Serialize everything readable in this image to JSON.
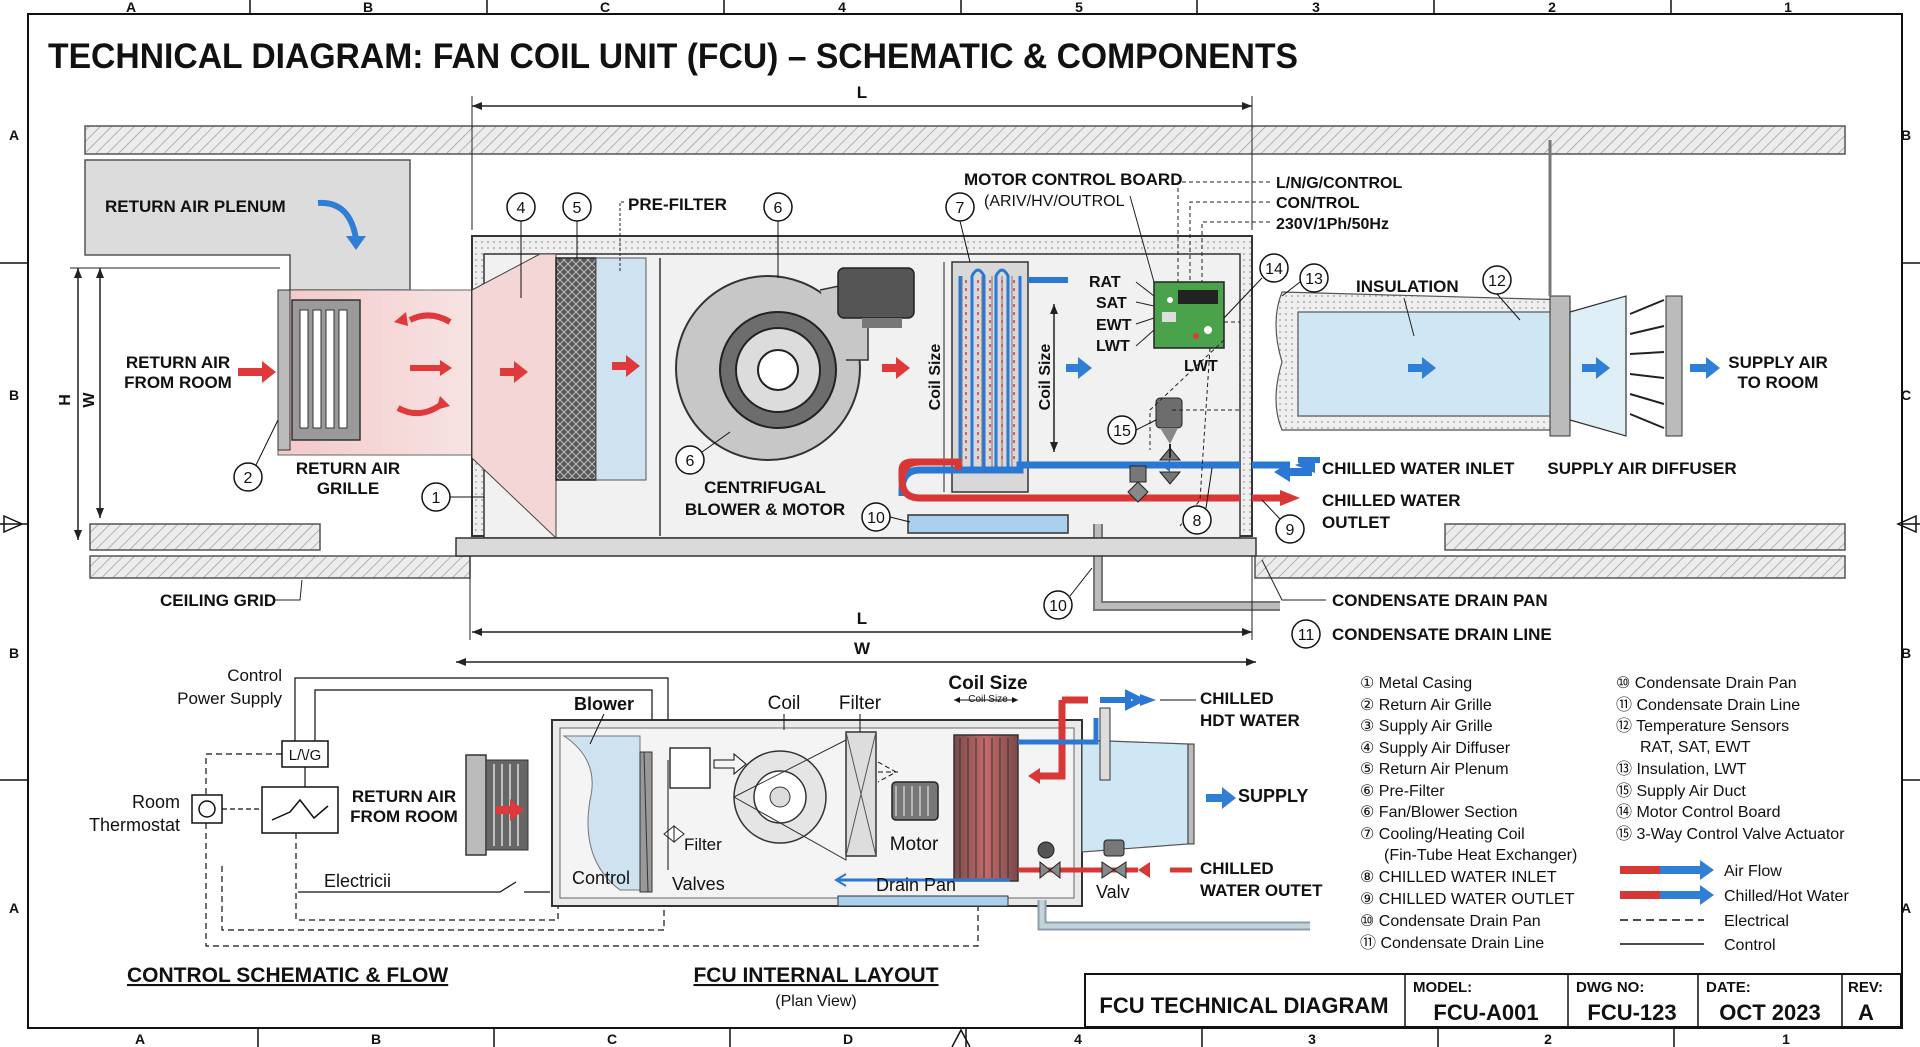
{
  "title": "TECHNICAL DIAGRAM: FAN COIL UNIT (FCU) – SCHEMATIC & COMPONENTS",
  "frame": {
    "top_cols": [
      "A",
      "B",
      "C",
      "4",
      "5",
      "3",
      "2",
      "1"
    ],
    "bottom_cols": [
      "A",
      "B",
      "C",
      "D",
      "4",
      "3",
      "2",
      "1"
    ],
    "left_rows": [
      "A",
      "B",
      "B",
      "A"
    ],
    "right_rows": [
      "B",
      "C",
      "B",
      "A"
    ]
  },
  "elevation": {
    "dim_L_top": "L",
    "dim_H": "H",
    "dim_W_left": "W",
    "return_air_plenum": "RETURN AIR PLENUM",
    "return_air_from_room": [
      "RETURN AIR",
      "FROM ROOM"
    ],
    "return_air_grille": [
      "RETURN AIR",
      "GRILLE"
    ],
    "pre_filter": "PRE-FILTER",
    "blower_motor": [
      "CENTRIFUGAL",
      "BLOWER & MOTOR"
    ],
    "coil_size": "Coil Size",
    "motor_control_board": "MOTOR CONTROL BOARD",
    "motor_control_board_sub": "(ARIV/HV/OUTROL",
    "sensor_labels": [
      "RAT",
      "SAT",
      "EWT",
      "LWT"
    ],
    "board_lwt": "LWT",
    "power_labels": [
      "L/N/G/CONTROL",
      "CON/TROL",
      "230V/1Ph/50Hz"
    ],
    "insulation": "INSULATION",
    "supply_air_to_room": [
      "SUPPLY AIR",
      "TO ROOM"
    ],
    "supply_air_diffuser": "SUPPLY AIR DIFFUSER",
    "chilled_water_inlet": "CHILLED WATER INLET",
    "chilled_water_outlet": [
      "CHILLED WATER",
      "OUTLET"
    ],
    "ceiling_grid": "CEILING GRID",
    "condensate_drain_pan": "CONDENSATE DRAIN PAN",
    "condensate_drain_line": "CONDENSATE DRAIN LINE",
    "dim_L_bottom": "L",
    "dim_W_bottom": "W",
    "callouts": [
      "1",
      "2",
      "4",
      "5",
      "6",
      "6",
      "7",
      "8",
      "9",
      "10",
      "10",
      "11",
      "12",
      "13",
      "14",
      "15"
    ]
  },
  "control": {
    "power_supply": [
      "Control",
      "Power Supply"
    ],
    "lng": "L/\\/G",
    "thermostat": [
      "Room",
      "Thermostat"
    ],
    "return_air": [
      "RETURN AIR",
      "FROM ROOM"
    ],
    "electrical": "Electricii",
    "heading": "CONTROL SCHEMATIC & FLOW"
  },
  "layout": {
    "blower": "Blower",
    "coil": "Coil",
    "filter": "Filter",
    "coil_size": "Coil Size",
    "coil_size_small": "Coil Size",
    "filter_small": "Filter",
    "motor": "Motor",
    "control": "Control",
    "valves": "Valves",
    "drain_pan": "Drain Pan",
    "valv": "Valv",
    "chilled_hot_water": [
      "CHILLED",
      "HDT WATER"
    ],
    "supply": "SUPPLY",
    "chilled_water_outlet": [
      "CHILLED",
      "WATER OUTET"
    ],
    "heading": "FCU INTERNAL LAYOUT",
    "subheading": "(Plan View)"
  },
  "legend": {
    "left": [
      "① Metal Casing",
      "② Return Air Grille",
      "③ Supply Air Grille",
      "④ Supply Air Diffuser",
      "⑤ Return Air Plenum",
      "⑥ Pre-Filter",
      "⑥ Fan/Blower Section",
      "⑦ Cooling/Heating Coil",
      "(Fin-Tube Heat Exchanger)",
      "⑧ CHILLED WATER INLET",
      "⑨ CHILLED WATER OUTLET",
      "⑩ Condensate Drain Pan",
      "⑪ Condensate Drain Line"
    ],
    "right": [
      "⑩ Condensate Drain Pan",
      "⑪ Condensate Drain Line",
      "⑫ Temperature Sensors",
      "RAT, SAT, EWT",
      "⑬ Insulation, LWT",
      "⑮ Supply Air Duct",
      "⑭ Motor Control Board",
      "⑮ 3-Way Control Valve Actuator"
    ],
    "keys": [
      "Air Flow",
      "Chilled/Hot Water",
      "Electrical",
      "Control"
    ]
  },
  "title_block": {
    "name": "FCU TECHNICAL DIAGRAM",
    "model_label": "MODEL:",
    "model": "FCU-A001",
    "dwg_label": "DWG NO:",
    "dwg": "FCU-123",
    "date_label": "DATE:",
    "date": "OCT 2023",
    "rev_label": "REV:",
    "rev": "A"
  },
  "colors": {
    "air_red": "#e0393b",
    "air_blue": "#2f7fd6",
    "water_red": "#d93636",
    "water_blue": "#2a77d4",
    "board_green": "#4aa34a",
    "duct_blue": "#cfe6f5"
  }
}
